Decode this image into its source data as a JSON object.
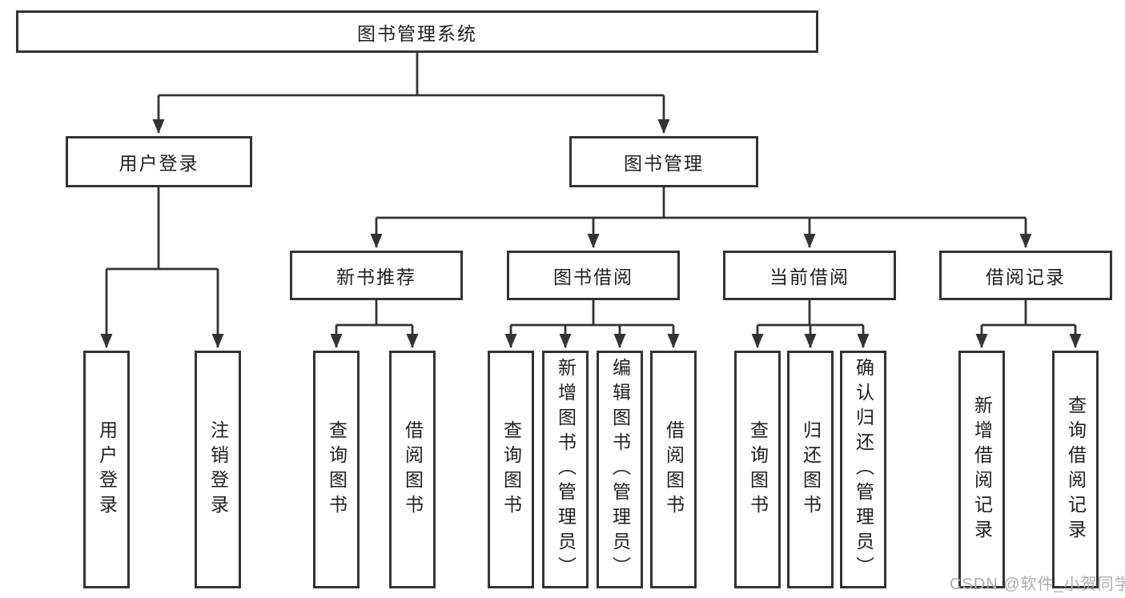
{
  "diagram": {
    "title": "图书管理系统",
    "level2": [
      "用户登录",
      "图书管理"
    ],
    "level3": [
      "新书推荐",
      "图书借阅",
      "当前借阅",
      "借阅记录"
    ],
    "leaves": {
      "user_login": [
        "用户登录",
        "注销登录"
      ],
      "new_book_recommend": [
        "查询图书",
        "借阅图书"
      ],
      "book_borrow": [
        "查询图书",
        "新增图书（管理员）",
        "编辑图书（管理员）",
        "借阅图书"
      ],
      "current_borrow": [
        "查询图书",
        "归还图书",
        "确认归还（管理员）"
      ],
      "borrow_record": [
        "新增借阅记录",
        "查询借阅记录"
      ]
    }
  },
  "watermark": {
    "text": "CSDN @软件_小贺同学"
  },
  "colors": {
    "line": "#333333",
    "text": "#1f1f1f",
    "background": "#ffffff",
    "watermark": "#adadad"
  }
}
